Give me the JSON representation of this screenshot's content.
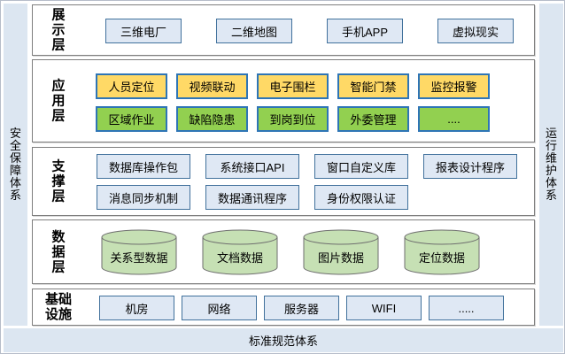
{
  "frame": {
    "left_bar": {
      "label": "安全保障体系"
    },
    "right_bar": {
      "label": "运行维护体系"
    },
    "bottom_bar": {
      "label": "标准规范体系"
    }
  },
  "colors": {
    "bar_fill": "#dce6f1",
    "layer_border": "#7f7f7f",
    "box_blue_fill": "#dfe8f4",
    "box_blue_border": "#41719c",
    "box_yellow_fill": "#ffd966",
    "box_green_fill": "#92d050",
    "box_colored_border": "#2e75b6",
    "cylinder_fill": "#c6e0b4"
  },
  "layers": [
    {
      "label": "展示层",
      "items": [
        "三维电厂",
        "二维地图",
        "手机APP",
        "虚拟现实"
      ]
    },
    {
      "label": "应用层",
      "rows": [
        [
          "人员定位",
          "视频联动",
          "电子围栏",
          "智能门禁",
          "监控报警"
        ],
        [
          "区域作业",
          "缺陷隐患",
          "到岗到位",
          "外委管理",
          "...."
        ]
      ]
    },
    {
      "label": "支撑层",
      "rows": [
        [
          "数据库操作包",
          "系统接口API",
          "窗口自定义库",
          "报表设计程序"
        ],
        [
          "消息同步机制",
          "数据通讯程序",
          "身份权限认证"
        ]
      ]
    },
    {
      "label": "数据层",
      "items": [
        "关系型数据",
        "文档数据",
        "图片数据",
        "定位数据"
      ]
    },
    {
      "label": "基础设施",
      "items": [
        "机房",
        "网络",
        "服务器",
        "WIFI",
        "....."
      ]
    }
  ]
}
